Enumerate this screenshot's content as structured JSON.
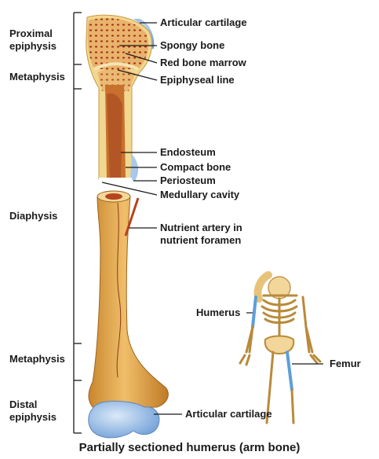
{
  "regions": {
    "proximal_epiphysis": [
      "Proximal",
      "epiphysis"
    ],
    "metaphysis_top": "Metaphysis",
    "diaphysis": "Diaphysis",
    "metaphysis_bottom": "Metaphysis",
    "distal_epiphysis": [
      "Distal",
      "epiphysis"
    ]
  },
  "structures": {
    "articular_cartilage_top": "Articular cartilage",
    "spongy_bone": "Spongy  bone",
    "red_bone_marrow": "Red bone marrow",
    "epiphyseal_line": "Epiphyseal line",
    "endosteum": "Endosteum",
    "compact_bone": "Compact bone",
    "periosteum": "Periosteum",
    "medullary_cavity": "Medullary cavity",
    "nutrient_artery": [
      "Nutrient artery in",
      "nutrient foramen"
    ],
    "articular_cartilage_bottom": "Articular cartilage"
  },
  "skeleton": {
    "humerus": "Humerus",
    "femur": "Femur"
  },
  "caption": "Partially sectioned humerus (arm bone)",
  "colors": {
    "bone": "#e8b45a",
    "cartilage": "#a9c8ea",
    "marrow": "#b8431f",
    "line": "#1a1a1a"
  }
}
